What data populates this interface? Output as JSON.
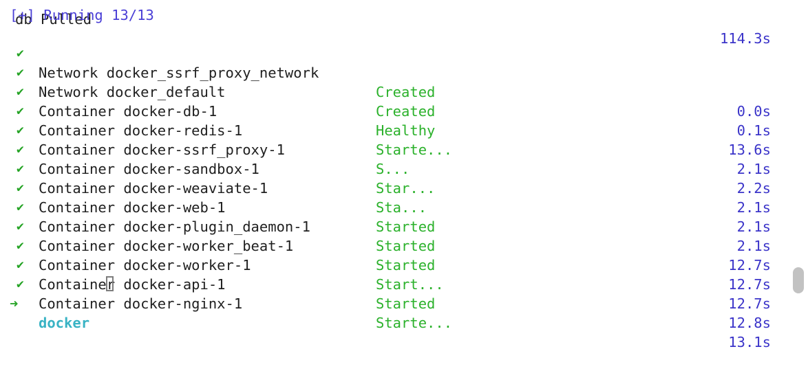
{
  "header_cut": {
    "left_text": "db Pulled",
    "right_text": "114.3s"
  },
  "running_line": "[+] Running 13/13",
  "rows": [
    {
      "check": "✔",
      "kind": "Network docker_ssrf_proxy_network",
      "status": "Created",
      "time": "0.0s"
    },
    {
      "check": "✔",
      "kind": "Network docker_default",
      "status": "Created",
      "time": "0.1s"
    },
    {
      "check": "✔",
      "kind": "Container docker-db-1",
      "status": "Healthy",
      "time": "13.6s"
    },
    {
      "check": "✔",
      "kind": "Container docker-redis-1",
      "status": "Starte...",
      "time": "2.1s"
    },
    {
      "check": "✔",
      "kind": "Container docker-ssrf_proxy-1",
      "status": "S...",
      "time": "2.2s"
    },
    {
      "check": "✔",
      "kind": "Container docker-sandbox-1",
      "status": "Star...",
      "time": "2.1s"
    },
    {
      "check": "✔",
      "kind": "Container docker-weaviate-1",
      "status": "Sta...",
      "time": "2.1s"
    },
    {
      "check": "✔",
      "kind": "Container docker-web-1",
      "status": "Started",
      "time": "2.1s"
    },
    {
      "check": "✔",
      "kind": "Container docker-plugin_daemon-1",
      "status": "Started",
      "time": "12.7s"
    },
    {
      "check": "✔",
      "kind": "Container docker-worker_beat-1",
      "status": "Started",
      "time": "12.7s"
    },
    {
      "check": "✔",
      "kind": "Container docker-worker-1",
      "status": "Start...",
      "time": "12.7s"
    },
    {
      "check": "✔",
      "kind": "Container docker-api-1",
      "status": "Started",
      "time": "12.8s"
    },
    {
      "check": "✔",
      "kind": "Container docker-nginx-1",
      "status": "Starte...",
      "time": "13.1s"
    }
  ],
  "prompt": {
    "arrow": "➜",
    "directory": "docker"
  },
  "colors": {
    "check": "#24a324",
    "status": "#2bb12b",
    "time": "#3b34c9",
    "running": "#4a3fd6",
    "prompt_dir": "#39b3c4"
  }
}
